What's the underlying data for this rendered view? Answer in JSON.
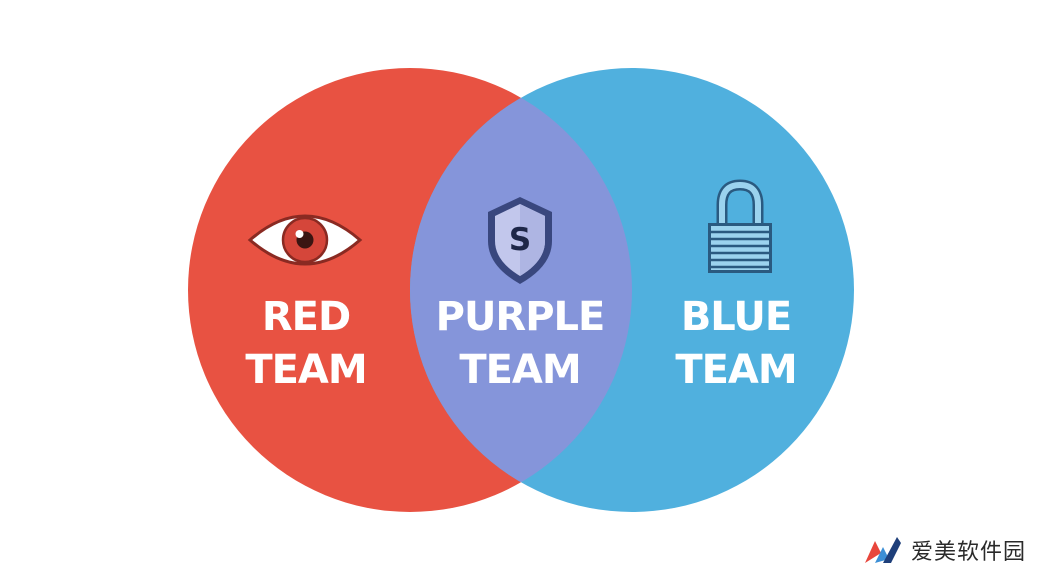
{
  "diagram": {
    "circles": [
      {
        "name": "red",
        "label_lines": [
          "RED",
          "TEAM"
        ],
        "color": "#E85242",
        "icon": "eye-icon"
      },
      {
        "name": "blue",
        "label_lines": [
          "BLUE",
          "TEAM"
        ],
        "color": "#50B0DE",
        "icon": "padlock-icon"
      }
    ],
    "intersection": {
      "name": "purple",
      "label_lines": [
        "PURPLE",
        "TEAM"
      ],
      "color": "#8595DA",
      "icon": "shield-icon",
      "icon_letter": "S"
    },
    "label_color": "#FFFFFF"
  },
  "watermark": {
    "text": "爱美软件园",
    "colors": [
      "#E8463C",
      "#3C8FD6",
      "#1E3F7A"
    ]
  }
}
